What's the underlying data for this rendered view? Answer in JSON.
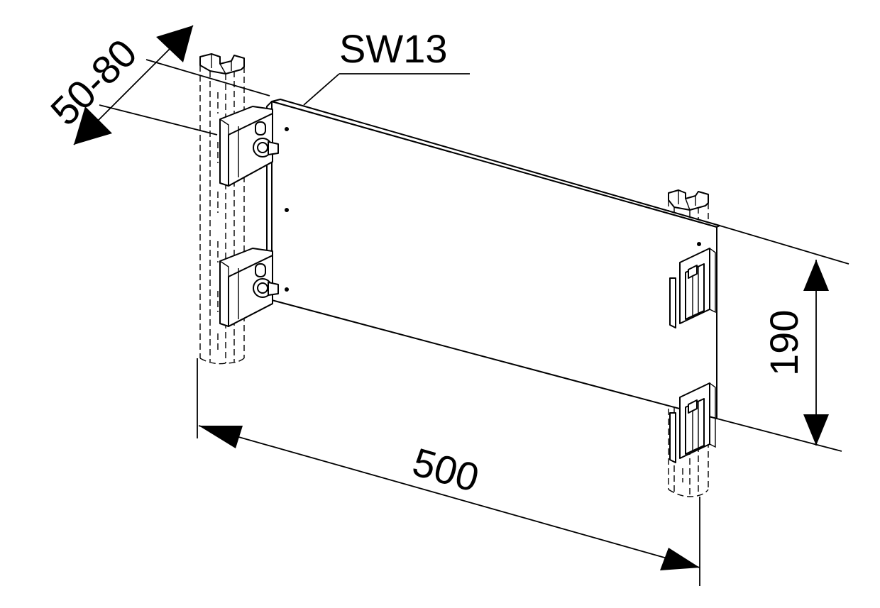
{
  "labels": {
    "part_code": "SW13",
    "depth_range": "50-80",
    "height": "190",
    "width": "500"
  },
  "colors": {
    "line": "#000000",
    "background": "#ffffff"
  }
}
